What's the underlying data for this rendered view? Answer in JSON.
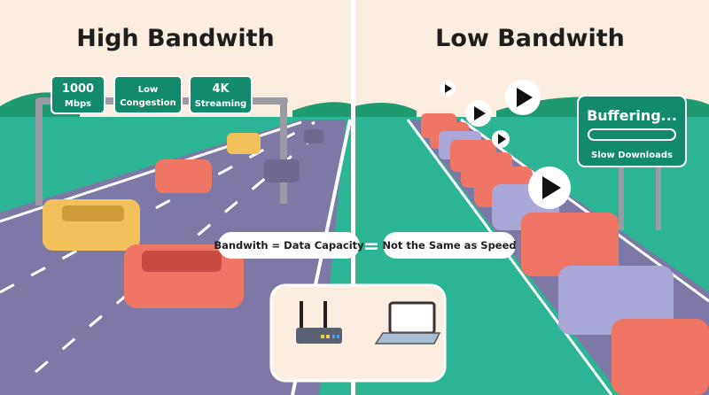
{
  "left": {
    "title": "High Bandwith",
    "signs": [
      {
        "line1": "1000",
        "line2": "Mbps"
      },
      {
        "line1": "Low",
        "line2": "Congestion"
      },
      {
        "line1": "4K",
        "line2": "Streaming"
      }
    ]
  },
  "right": {
    "title": "Low Bandwith",
    "sign": {
      "line1": "Buffering...",
      "line2": "Slow Downloads"
    }
  },
  "center": {
    "left_label": "Bandwith = Data Capacity",
    "equals": "=",
    "right_label": "Not the Same as Speed",
    "devices": [
      "router-icon",
      "laptop-icon"
    ]
  },
  "colors": {
    "sky": "#fbeee0",
    "grass": "#2bb594",
    "trees": "#1f9a70",
    "road": "#7d78a6",
    "sign": "#138a6c",
    "car_red": "#ef7565",
    "car_yellow": "#f2c15c",
    "car_lilac": "#a9a6d8"
  }
}
